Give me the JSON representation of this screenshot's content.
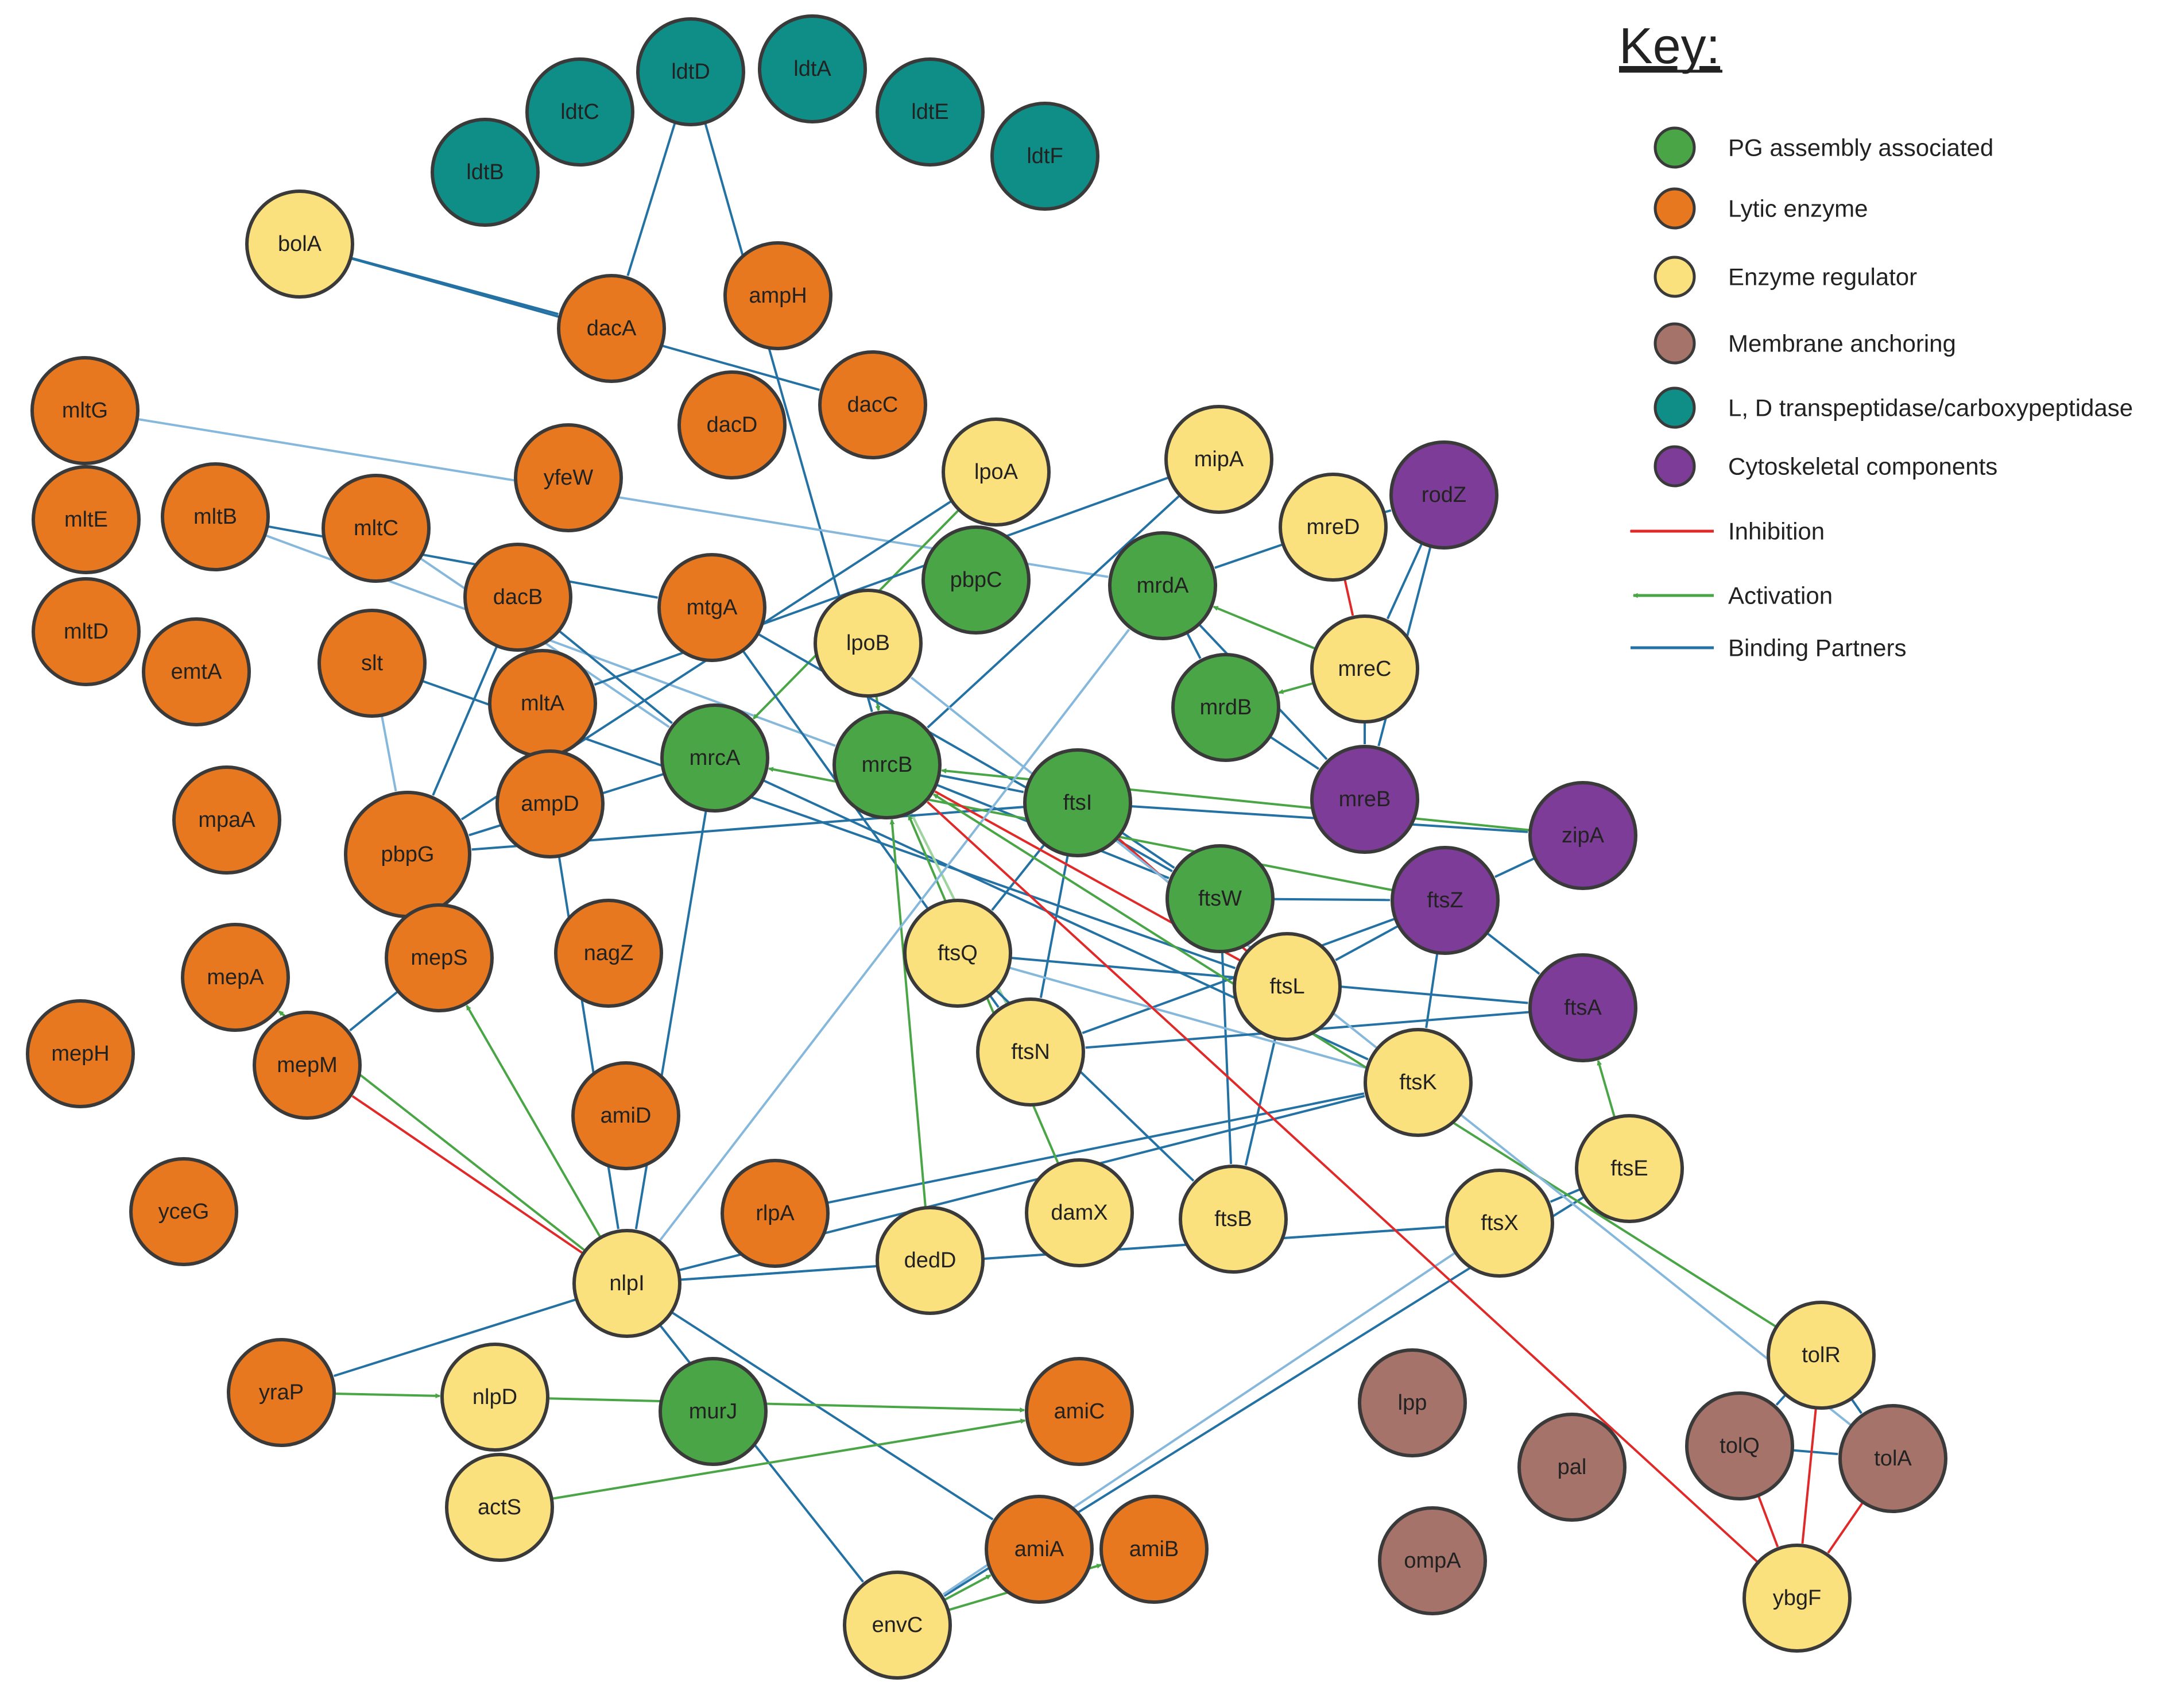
{
  "key": {
    "title": "Key:",
    "items": [
      {
        "label": "PG assembly associated",
        "kind": "circle",
        "color": "#4aa547"
      },
      {
        "label": "Lytic enzyme",
        "kind": "circle",
        "color": "#e8781f"
      },
      {
        "label": "Enzyme regulator",
        "kind": "circle",
        "color": "#fbe07e"
      },
      {
        "label": "Membrane anchoring",
        "kind": "circle",
        "color": "#a5736a"
      },
      {
        "label": "L, D transpeptidase/carboxypeptidase",
        "kind": "circle",
        "color": "#0f8e88"
      },
      {
        "label": "Cytoskeletal components",
        "kind": "circle",
        "color": "#7d3c98"
      },
      {
        "label": "Inhibition",
        "kind": "line",
        "color": "#e02a2a"
      },
      {
        "label": "Activation",
        "kind": "line",
        "color": "#4aa547"
      },
      {
        "label": "Binding Partners",
        "kind": "line",
        "color": "#2471a3"
      }
    ]
  },
  "colors": {
    "pg": "#4aa547",
    "lytic": "#e8781f",
    "reg": "#fbe07e",
    "mem": "#a5736a",
    "ld": "#0f8e88",
    "cyto": "#7d3c98",
    "binding": "#2471a3",
    "binding_light": "#86b8dc",
    "activation": "#4aa547",
    "inhibition": "#e02a2a"
  },
  "nodes": [
    {
      "id": "ldtD",
      "label": "ldtD",
      "cat": "ld"
    },
    {
      "id": "ldtA",
      "label": "ldtA",
      "cat": "ld"
    },
    {
      "id": "ldtC",
      "label": "ldtC",
      "cat": "ld"
    },
    {
      "id": "ldtE",
      "label": "ldtE",
      "cat": "ld"
    },
    {
      "id": "ldtB",
      "label": "ldtB",
      "cat": "ld"
    },
    {
      "id": "ldtF",
      "label": "ldtF",
      "cat": "ld"
    },
    {
      "id": "bolA",
      "label": "bolA",
      "cat": "reg"
    },
    {
      "id": "ampH",
      "label": "ampH",
      "cat": "lytic"
    },
    {
      "id": "dacA",
      "label": "dacA",
      "cat": "lytic"
    },
    {
      "id": "dacC",
      "label": "dacC",
      "cat": "lytic"
    },
    {
      "id": "dacD",
      "label": "dacD",
      "cat": "lytic"
    },
    {
      "id": "mltG",
      "label": "mltG",
      "cat": "lytic"
    },
    {
      "id": "mltE",
      "label": "mltE",
      "cat": "lytic"
    },
    {
      "id": "mltB",
      "label": "mltB",
      "cat": "lytic"
    },
    {
      "id": "mltC",
      "label": "mltC",
      "cat": "lytic"
    },
    {
      "id": "yfeW",
      "label": "yfeW",
      "cat": "lytic"
    },
    {
      "id": "lpoA",
      "label": "lpoA",
      "cat": "reg"
    },
    {
      "id": "mipA",
      "label": "mipA",
      "cat": "reg"
    },
    {
      "id": "mreD",
      "label": "mreD",
      "cat": "reg"
    },
    {
      "id": "rodZ",
      "label": "rodZ",
      "cat": "cyto"
    },
    {
      "id": "mltD",
      "label": "mltD",
      "cat": "lytic"
    },
    {
      "id": "emtA",
      "label": "emtA",
      "cat": "lytic"
    },
    {
      "id": "dacB",
      "label": "dacB",
      "cat": "lytic"
    },
    {
      "id": "mtgA",
      "label": "mtgA",
      "cat": "lytic"
    },
    {
      "id": "pbpC",
      "label": "pbpC",
      "cat": "pg"
    },
    {
      "id": "mrdA",
      "label": "mrdA",
      "cat": "pg"
    },
    {
      "id": "slt",
      "label": "slt",
      "cat": "lytic"
    },
    {
      "id": "lpoB",
      "label": "lpoB",
      "cat": "reg"
    },
    {
      "id": "mreC",
      "label": "mreC",
      "cat": "reg"
    },
    {
      "id": "mltA",
      "label": "mltA",
      "cat": "lytic"
    },
    {
      "id": "mrdB",
      "label": "mrdB",
      "cat": "pg"
    },
    {
      "id": "mrcA",
      "label": "mrcA",
      "cat": "pg"
    },
    {
      "id": "mrcB",
      "label": "mrcB",
      "cat": "pg"
    },
    {
      "id": "ftsI",
      "label": "ftsI",
      "cat": "pg"
    },
    {
      "id": "mreB",
      "label": "mreB",
      "cat": "cyto"
    },
    {
      "id": "mpaA",
      "label": "mpaA",
      "cat": "lytic"
    },
    {
      "id": "ampD",
      "label": "ampD",
      "cat": "lytic"
    },
    {
      "id": "zipA",
      "label": "zipA",
      "cat": "cyto"
    },
    {
      "id": "pbpG",
      "label": "pbpG",
      "cat": "lytic",
      "big": true
    },
    {
      "id": "ftsW",
      "label": "ftsW",
      "cat": "pg"
    },
    {
      "id": "ftsZ",
      "label": "ftsZ",
      "cat": "cyto"
    },
    {
      "id": "mepS",
      "label": "mepS",
      "cat": "lytic"
    },
    {
      "id": "mepA",
      "label": "mepA",
      "cat": "lytic"
    },
    {
      "id": "nagZ",
      "label": "nagZ",
      "cat": "lytic"
    },
    {
      "id": "ftsQ",
      "label": "ftsQ",
      "cat": "reg"
    },
    {
      "id": "ftsL",
      "label": "ftsL",
      "cat": "reg"
    },
    {
      "id": "ftsA",
      "label": "ftsA",
      "cat": "cyto"
    },
    {
      "id": "mepH",
      "label": "mepH",
      "cat": "lytic"
    },
    {
      "id": "mepM",
      "label": "mepM",
      "cat": "lytic"
    },
    {
      "id": "ftsN",
      "label": "ftsN",
      "cat": "reg"
    },
    {
      "id": "ftsK",
      "label": "ftsK",
      "cat": "reg"
    },
    {
      "id": "amiD",
      "label": "amiD",
      "cat": "lytic"
    },
    {
      "id": "ftsE",
      "label": "ftsE",
      "cat": "reg"
    },
    {
      "id": "yceG",
      "label": "yceG",
      "cat": "lytic"
    },
    {
      "id": "rlpA",
      "label": "rlpA",
      "cat": "lytic"
    },
    {
      "id": "damX",
      "label": "damX",
      "cat": "reg"
    },
    {
      "id": "ftsB",
      "label": "ftsB",
      "cat": "reg"
    },
    {
      "id": "ftsX",
      "label": "ftsX",
      "cat": "reg"
    },
    {
      "id": "dedD",
      "label": "dedD",
      "cat": "reg"
    },
    {
      "id": "nlpI",
      "label": "nlpI",
      "cat": "reg"
    },
    {
      "id": "tolR",
      "label": "tolR",
      "cat": "reg"
    },
    {
      "id": "yraP",
      "label": "yraP",
      "cat": "lytic"
    },
    {
      "id": "nlpD",
      "label": "nlpD",
      "cat": "reg"
    },
    {
      "id": "murJ",
      "label": "murJ",
      "cat": "pg"
    },
    {
      "id": "amiC",
      "label": "amiC",
      "cat": "lytic"
    },
    {
      "id": "lpp",
      "label": "lpp",
      "cat": "mem"
    },
    {
      "id": "tolQ",
      "label": "tolQ",
      "cat": "mem"
    },
    {
      "id": "tolA",
      "label": "tolA",
      "cat": "mem"
    },
    {
      "id": "pal",
      "label": "pal",
      "cat": "mem"
    },
    {
      "id": "actS",
      "label": "actS",
      "cat": "reg"
    },
    {
      "id": "amiA",
      "label": "amiA",
      "cat": "lytic"
    },
    {
      "id": "amiB",
      "label": "amiB",
      "cat": "lytic"
    },
    {
      "id": "ompA",
      "label": "ompA",
      "cat": "mem"
    },
    {
      "id": "ybgF",
      "label": "ybgF",
      "cat": "reg"
    },
    {
      "id": "envC",
      "label": "envC",
      "cat": "reg"
    }
  ],
  "edges": [
    {
      "from": "bolA",
      "to": "dacA",
      "type": "binding"
    },
    {
      "from": "bolA",
      "to": "dacC",
      "type": "binding"
    },
    {
      "from": "ldtD",
      "to": "dacA",
      "type": "binding"
    },
    {
      "from": "ldtD",
      "to": "mrcB",
      "type": "binding"
    },
    {
      "from": "mltG",
      "to": "mrdA",
      "type": "binding-light"
    },
    {
      "from": "mltB",
      "to": "mtgA",
      "type": "binding"
    },
    {
      "from": "mltB",
      "to": "mrcB",
      "type": "binding-light"
    },
    {
      "from": "mltC",
      "to": "mrcA",
      "type": "binding-light"
    },
    {
      "from": "lpoA",
      "to": "pbpG",
      "type": "binding"
    },
    {
      "from": "lpoA",
      "to": "mrcA",
      "type": "activation"
    },
    {
      "from": "lpoB",
      "to": "mrcB",
      "type": "activation"
    },
    {
      "from": "mipA",
      "to": "mrcB",
      "type": "binding"
    },
    {
      "from": "mipA",
      "to": "mltA",
      "type": "binding"
    },
    {
      "from": "mreD",
      "to": "mrdA",
      "type": "binding"
    },
    {
      "from": "mreD",
      "to": "rodZ",
      "type": "binding"
    },
    {
      "from": "mreD",
      "to": "mreC",
      "type": "inhibition"
    },
    {
      "from": "rodZ",
      "to": "mreC",
      "type": "binding"
    },
    {
      "from": "rodZ",
      "to": "mreB",
      "type": "binding"
    },
    {
      "from": "mreC",
      "to": "mrdA",
      "type": "activation"
    },
    {
      "from": "mreC",
      "to": "mrdB",
      "type": "activation"
    },
    {
      "from": "mreC",
      "to": "mreB",
      "type": "binding"
    },
    {
      "from": "mrdA",
      "to": "mrdB",
      "type": "binding"
    },
    {
      "from": "mrdA",
      "to": "mreB",
      "type": "binding"
    },
    {
      "from": "mrdB",
      "to": "mreB",
      "type": "binding"
    },
    {
      "from": "dacB",
      "to": "mrcA",
      "type": "binding"
    },
    {
      "from": "dacB",
      "to": "pbpG",
      "type": "binding"
    },
    {
      "from": "dacB",
      "to": "nlpI",
      "type": "binding"
    },
    {
      "from": "mtgA",
      "to": "ftsW",
      "type": "binding"
    },
    {
      "from": "mtgA",
      "to": "ftsN",
      "type": "binding"
    },
    {
      "from": "slt",
      "to": "ftsL",
      "type": "binding"
    },
    {
      "from": "slt",
      "to": "pbpG",
      "type": "binding-light"
    },
    {
      "from": "mrcA",
      "to": "pbpG",
      "type": "binding"
    },
    {
      "from": "mrcA",
      "to": "nlpI",
      "type": "binding"
    },
    {
      "from": "mrcA",
      "to": "ftsK",
      "type": "binding"
    },
    {
      "from": "mrcB",
      "to": "ftsI",
      "type": "binding"
    },
    {
      "from": "mrcB",
      "to": "ftsW",
      "type": "binding"
    },
    {
      "from": "mrcB",
      "to": "ftsN",
      "type": "binding-light"
    },
    {
      "from": "ftsN",
      "to": "mrcB",
      "type": "activation-light"
    },
    {
      "from": "ftsI",
      "to": "ftsW",
      "type": "binding"
    },
    {
      "from": "ftsI",
      "to": "ftsQ",
      "type": "binding"
    },
    {
      "from": "ftsI",
      "to": "ftsN",
      "type": "binding"
    },
    {
      "from": "ftsI",
      "to": "zipA",
      "type": "binding"
    },
    {
      "from": "ftsI",
      "to": "pbpG",
      "type": "binding"
    },
    {
      "from": "zipA",
      "to": "ftsZ",
      "type": "binding"
    },
    {
      "from": "zipA",
      "to": "mrcB",
      "type": "activation"
    },
    {
      "from": "ftsZ",
      "to": "ftsA",
      "type": "binding"
    },
    {
      "from": "ftsZ",
      "to": "ftsL",
      "type": "binding"
    },
    {
      "from": "ftsZ",
      "to": "ftsK",
      "type": "binding"
    },
    {
      "from": "ftsZ",
      "to": "ftsN",
      "type": "binding"
    },
    {
      "from": "ftsZ",
      "to": "mrcA",
      "type": "activation"
    },
    {
      "from": "ftsW",
      "to": "ftsZ",
      "type": "binding"
    },
    {
      "from": "ftsW",
      "to": "ftsB",
      "type": "binding"
    },
    {
      "from": "ftsL",
      "to": "ftsI",
      "type": "inhibition"
    },
    {
      "from": "ftsL",
      "to": "mrcB",
      "type": "inhibition"
    },
    {
      "from": "ftsL",
      "to": "ftsB",
      "type": "binding"
    },
    {
      "from": "ftsQ",
      "to": "ftsA",
      "type": "binding"
    },
    {
      "from": "ftsQ",
      "to": "ftsB",
      "type": "binding"
    },
    {
      "from": "ftsQ",
      "to": "ftsK",
      "type": "binding-light"
    },
    {
      "from": "ftsA",
      "to": "ftsN",
      "type": "binding"
    },
    {
      "from": "ftsE",
      "to": "ftsA",
      "type": "activation"
    },
    {
      "from": "ftsE",
      "to": "ftsX",
      "type": "binding"
    },
    {
      "from": "ftsE",
      "to": "envC",
      "type": "binding"
    },
    {
      "from": "ftsX",
      "to": "envC",
      "type": "binding-light"
    },
    {
      "from": "ftsX",
      "to": "nlpI",
      "type": "binding-light"
    },
    {
      "from": "rlpA",
      "to": "ftsK",
      "type": "binding"
    },
    {
      "from": "damX",
      "to": "mrcB",
      "type": "activation"
    },
    {
      "from": "dedD",
      "to": "mrcB",
      "type": "activation"
    },
    {
      "from": "nlpI",
      "to": "mepA",
      "type": "activation"
    },
    {
      "from": "nlpI",
      "to": "mepS",
      "type": "activation"
    },
    {
      "from": "nlpI",
      "to": "mepM",
      "type": "inhibition"
    },
    {
      "from": "nlpI",
      "to": "yraP",
      "type": "binding"
    },
    {
      "from": "nlpI",
      "to": "amiA",
      "type": "binding"
    },
    {
      "from": "nlpI",
      "to": "ftsK",
      "type": "binding"
    },
    {
      "from": "nlpI",
      "to": "ftsX",
      "type": "binding"
    },
    {
      "from": "nlpI",
      "to": "envC",
      "type": "binding"
    },
    {
      "from": "nlpI",
      "to": "mrdA",
      "type": "binding-light"
    },
    {
      "from": "mepS",
      "to": "mepM",
      "type": "binding"
    },
    {
      "from": "yraP",
      "to": "nlpD",
      "type": "activation"
    },
    {
      "from": "nlpD",
      "to": "amiC",
      "type": "activation"
    },
    {
      "from": "actS",
      "to": "amiC",
      "type": "activation"
    },
    {
      "from": "envC",
      "to": "amiA",
      "type": "activation"
    },
    {
      "from": "envC",
      "to": "amiB",
      "type": "activation"
    },
    {
      "from": "tolR",
      "to": "tolQ",
      "type": "binding"
    },
    {
      "from": "tolR",
      "to": "tolA",
      "type": "binding"
    },
    {
      "from": "tolQ",
      "to": "tolA",
      "type": "binding"
    },
    {
      "from": "tolR",
      "to": "ybgF",
      "type": "inhibition"
    },
    {
      "from": "tolQ",
      "to": "ybgF",
      "type": "inhibition"
    },
    {
      "from": "tolA",
      "to": "ybgF",
      "type": "inhibition"
    },
    {
      "from": "ybgF",
      "to": "mrcB",
      "type": "inhibition"
    },
    {
      "from": "tolR",
      "to": "mrcB",
      "type": "activation"
    },
    {
      "from": "tolA",
      "to": "lpoB",
      "type": "binding-light"
    }
  ]
}
